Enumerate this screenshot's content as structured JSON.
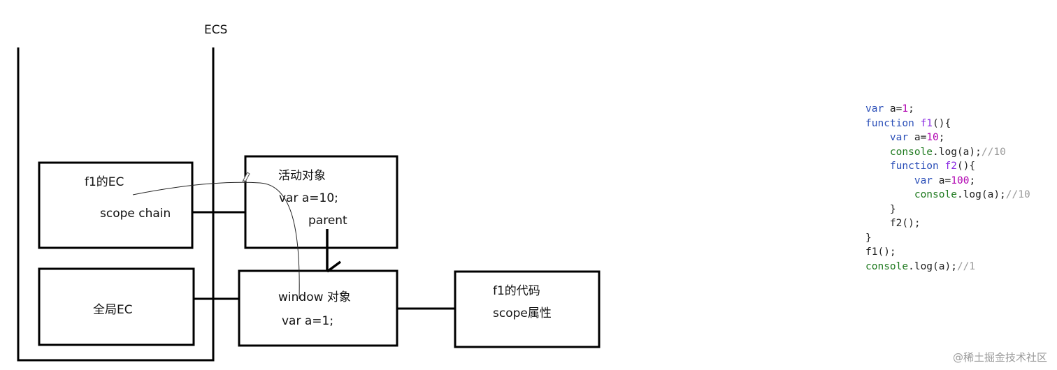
{
  "diagram": {
    "ecs_label": "ECS",
    "f1_ec": {
      "title": "f1的EC",
      "scope_chain": "scope chain"
    },
    "global_ec": {
      "title": "全局EC"
    },
    "activation_object": {
      "title": "活动对象",
      "var": "var a=10;",
      "parent": "parent"
    },
    "window_object": {
      "title": "window 对象",
      "var": "var a=1;"
    },
    "f1_code": {
      "title": "f1的代码",
      "scope": "scope属性"
    }
  },
  "code_snippet": {
    "lines": [
      [
        {
          "t": "var",
          "c": "kw"
        },
        {
          "t": " a=",
          "c": "p"
        },
        {
          "t": "1",
          "c": "num"
        },
        {
          "t": ";",
          "c": "p"
        }
      ],
      [
        {
          "t": "function",
          "c": "kw"
        },
        {
          "t": " ",
          "c": "p"
        },
        {
          "t": "f1",
          "c": "fn"
        },
        {
          "t": "(){",
          "c": "p"
        }
      ],
      [
        {
          "t": "    ",
          "c": "p"
        },
        {
          "t": "var",
          "c": "kw"
        },
        {
          "t": " a=",
          "c": "p"
        },
        {
          "t": "10",
          "c": "num"
        },
        {
          "t": ";",
          "c": "p"
        }
      ],
      [
        {
          "t": "    ",
          "c": "p"
        },
        {
          "t": "console",
          "c": "obj"
        },
        {
          "t": ".log(a);",
          "c": "p"
        },
        {
          "t": "//10",
          "c": "cm"
        }
      ],
      [
        {
          "t": "    ",
          "c": "p"
        },
        {
          "t": "function",
          "c": "kw"
        },
        {
          "t": " ",
          "c": "p"
        },
        {
          "t": "f2",
          "c": "fn"
        },
        {
          "t": "(){",
          "c": "p"
        }
      ],
      [
        {
          "t": "        ",
          "c": "p"
        },
        {
          "t": "var",
          "c": "kw"
        },
        {
          "t": " a=",
          "c": "p"
        },
        {
          "t": "100",
          "c": "num"
        },
        {
          "t": ";",
          "c": "p"
        }
      ],
      [
        {
          "t": "        ",
          "c": "p"
        },
        {
          "t": "console",
          "c": "obj"
        },
        {
          "t": ".log(a);",
          "c": "p"
        },
        {
          "t": "//10",
          "c": "cm"
        }
      ],
      [
        {
          "t": "    }",
          "c": "p"
        }
      ],
      [
        {
          "t": "    f2();",
          "c": "p"
        }
      ],
      [
        {
          "t": "}",
          "c": "p"
        }
      ],
      [
        {
          "t": "f1();",
          "c": "p"
        }
      ],
      [
        {
          "t": "console",
          "c": "obj"
        },
        {
          "t": ".log(a);",
          "c": "p"
        },
        {
          "t": "//1",
          "c": "cm"
        }
      ]
    ]
  },
  "watermark": "@稀土掘金技术社区",
  "colors": {
    "line": "#000000",
    "keyword": "#2b4fb8",
    "function_name": "#8a2be2",
    "number": "#b000b0",
    "object": "#1f7a1f",
    "comment": "#9a9a9a"
  }
}
